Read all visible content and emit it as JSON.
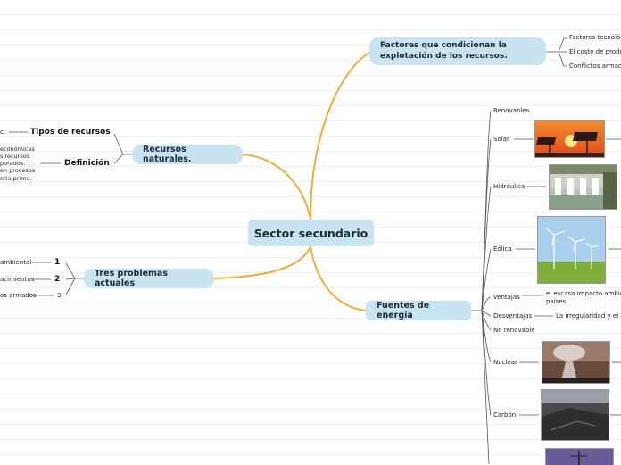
{
  "center": "Sector secundario",
  "factores": {
    "title": "Factores que condicionan la explotación de los recursos.",
    "items": [
      "Factores tecnológ",
      "El coste de produc",
      "Conflictos armad"
    ]
  },
  "recursos": {
    "title": "Recursos naturales.",
    "tipos": {
      "label": "Tipos de recursos",
      "text": "c."
    },
    "definicion": {
      "label": "Definición",
      "lines": [
        "económicas",
        "s recursos",
        "porados.",
        "en procesos",
        "eria prima."
      ]
    }
  },
  "problemas": {
    "title": "Tres problemas actuales",
    "items": [
      {
        "num": "1",
        "text": "ambiental"
      },
      {
        "num": "2",
        "text": "acimientos"
      },
      {
        "num": "3",
        "text": "os armados"
      }
    ]
  },
  "fuentes": {
    "title": "Fuentes de energía",
    "renovables": "Renovables",
    "solar": "Solar",
    "hidraulica": "Hidráulica",
    "eolica": "Eólica",
    "ventajas": "ventajas",
    "ventajas_text": [
      "el escaso impacto ambien",
      "países."
    ],
    "desventajas": "Desventajas",
    "desventajas_text": "La irregularidad y el d",
    "no_renovable": "No renovable",
    "nuclear": "Nuclear",
    "carbon": "Carbón"
  },
  "colors": {
    "branch": "#f5a623",
    "node_bg": "#c8e4f0",
    "connector": "#888888"
  }
}
